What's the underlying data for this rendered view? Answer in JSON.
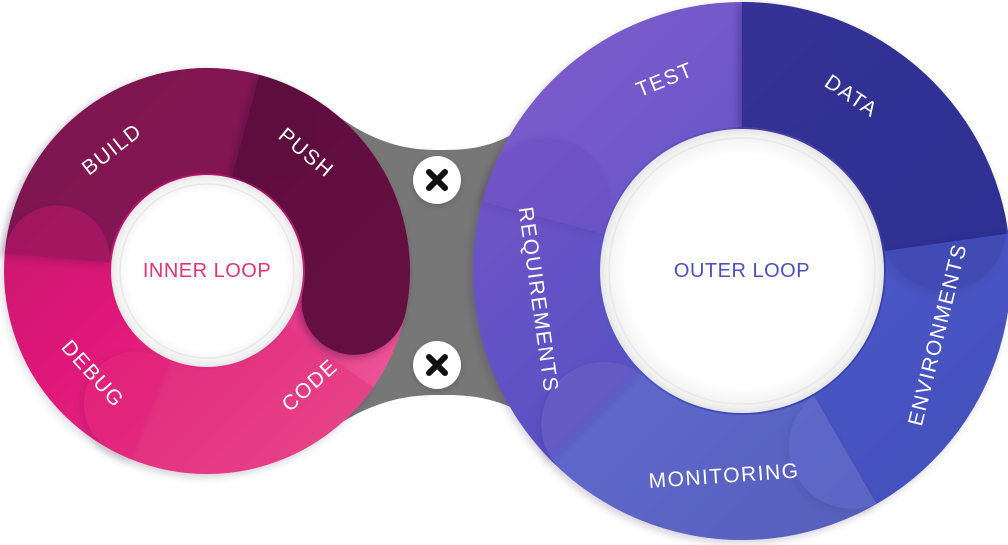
{
  "inner_loop": {
    "title": "INNER LOOP",
    "steps": [
      {
        "id": "build",
        "label": "BUILD"
      },
      {
        "id": "push",
        "label": "PUSH"
      },
      {
        "id": "code",
        "label": "CODE"
      },
      {
        "id": "debug",
        "label": "DEBUG"
      }
    ]
  },
  "outer_loop": {
    "title": "OUTER LOOP",
    "steps": [
      {
        "id": "test",
        "label": "TEST"
      },
      {
        "id": "data",
        "label": "DATA"
      },
      {
        "id": "environments",
        "label": "ENVIRONMENTS"
      },
      {
        "id": "monitoring",
        "label": "MONITORING"
      },
      {
        "id": "requirements",
        "label": "REQUIREMENTS"
      }
    ]
  },
  "connectors": [
    {
      "id": "top",
      "icon": "close-icon"
    },
    {
      "id": "bottom",
      "icon": "close-icon"
    }
  ],
  "colors": {
    "inner_title": "#e6336f",
    "outer_title": "#4a4fc4",
    "bridge": "#777777",
    "build": "#7a1250",
    "push": "#5c0a3c",
    "code": "#e3327c",
    "debug": "#e2197a",
    "test": "#7e58c8",
    "data": "#2e2d8f",
    "environments": "#4f5ccc",
    "monitoring": "#6f78cc",
    "requirements": "#6a4ec0"
  }
}
